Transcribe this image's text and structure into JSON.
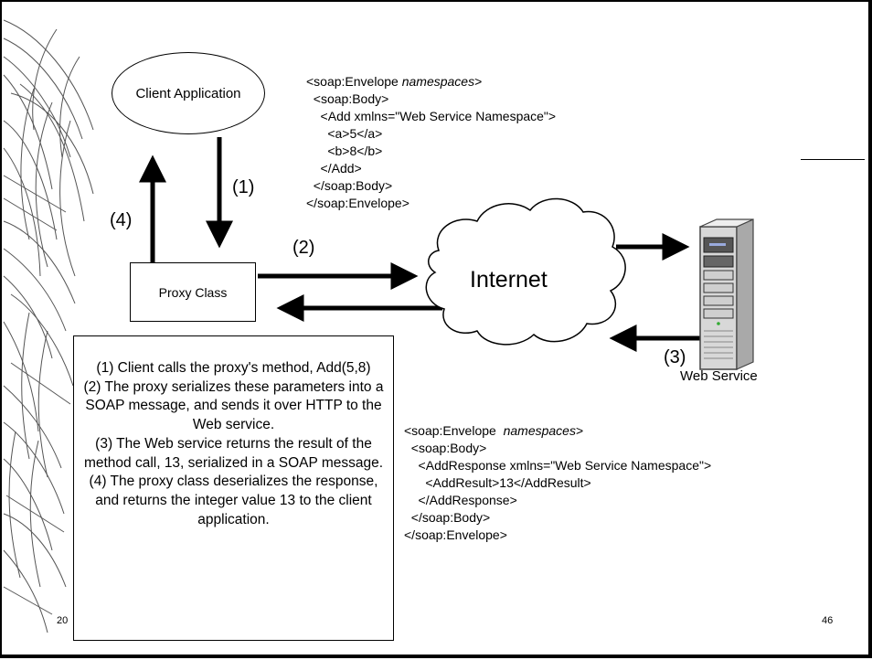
{
  "client_app_label": "Client Application",
  "proxy_label": "Proxy Class",
  "internet_label": "Internet",
  "web_service_label": "Web Service",
  "step_labels": {
    "s1": "(1)",
    "s2": "(2)",
    "s3": "(3)",
    "s4": "(4)"
  },
  "request_xml": [
    "<soap:Envelope ",
    "namespaces",
    ">",
    "  <soap:Body>",
    "    <Add xmlns=\"Web Service Namespace\">",
    "      <a>5</a>",
    "      <b>8</b>",
    "    </Add>",
    "  </soap:Body>",
    "</soap:Envelope>"
  ],
  "response_xml": [
    "<soap:Envelope  ",
    "namespaces",
    ">",
    "  <soap:Body>",
    "    <AddResponse xmlns=\"Web Service Namespace\">",
    "      <AddResult>13</AddResult>",
    "    </AddResponse>",
    "  </soap:Body>",
    "</soap:Envelope>"
  ],
  "description": [
    "(1) Client calls the proxy's method, Add(5,8)",
    "(2) The proxy serializes these parameters into a SOAP message, and sends it over HTTP to the Web service.",
    "(3) The Web service returns the result of the method call, 13, serialized in a SOAP message.",
    "(4) The proxy class deserializes the response, and returns the integer value 13 to the client application."
  ],
  "footer": {
    "left": "20",
    "page": "46"
  }
}
